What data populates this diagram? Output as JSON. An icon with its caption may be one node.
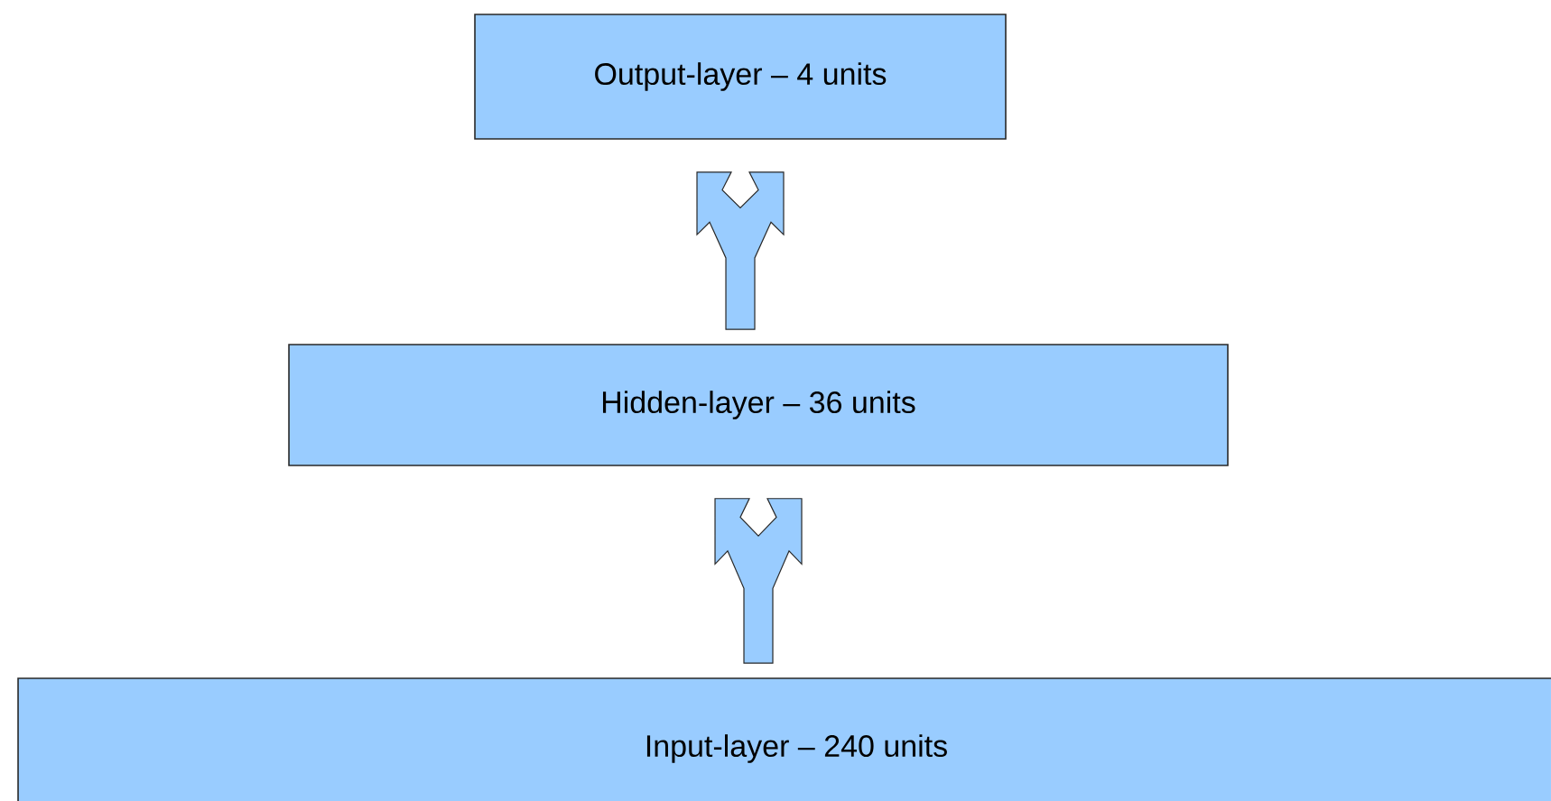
{
  "diagram": {
    "nodes": [
      {
        "text": [
          "Output-layer – 4 units"
        ]
      },
      {
        "text": [
          "Hidden-layer – 36 units"
        ]
      },
      {
        "text": [
          "Input-layer – 240 units"
        ]
      }
    ],
    "edges": [
      {
        "from": 2,
        "to": 1,
        "arrow": "none"
      },
      {
        "from": 1,
        "to": 0,
        "arrow": "none"
      }
    ]
  }
}
